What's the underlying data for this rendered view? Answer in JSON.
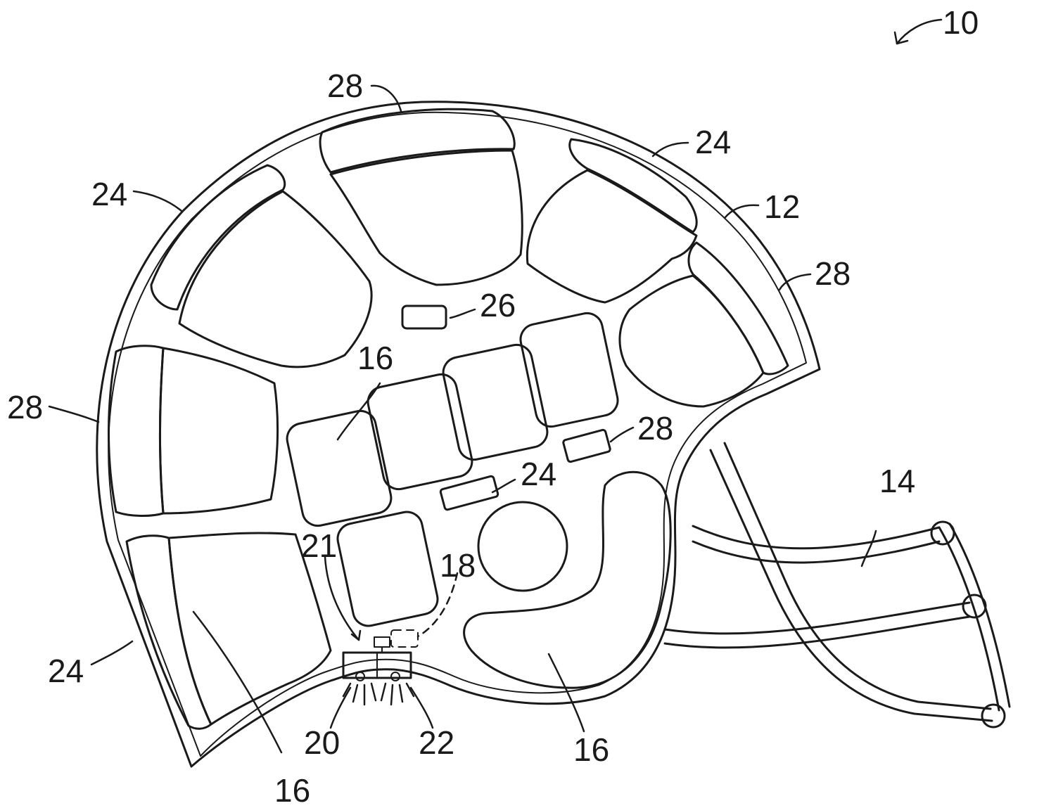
{
  "figure": {
    "reference_numerals": {
      "assembly": "10",
      "shell": "12",
      "facemask": "14",
      "pad_center": "16",
      "pad_rear": "16",
      "pad_jaw": "16",
      "component_18": "18",
      "arrow_21": "21",
      "light_20": "20",
      "light_22": "22",
      "label_24_top_left": "24",
      "label_24_top_right": "24",
      "label_24_bottom_left": "24",
      "label_24_center": "24",
      "label_26": "26",
      "label_28_top": "28",
      "label_28_right": "28",
      "label_28_left": "28",
      "label_28_center": "28"
    }
  }
}
